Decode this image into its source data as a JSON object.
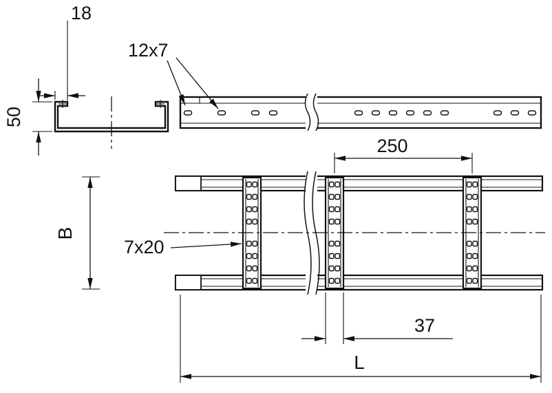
{
  "dimensions": {
    "flange_lip": "18",
    "profile_height": "50",
    "side_slot_size": "12x7",
    "rung_pitch": "250",
    "width": "B",
    "rung_slot_size": "7x20",
    "rung_width": "37",
    "length": "L"
  }
}
